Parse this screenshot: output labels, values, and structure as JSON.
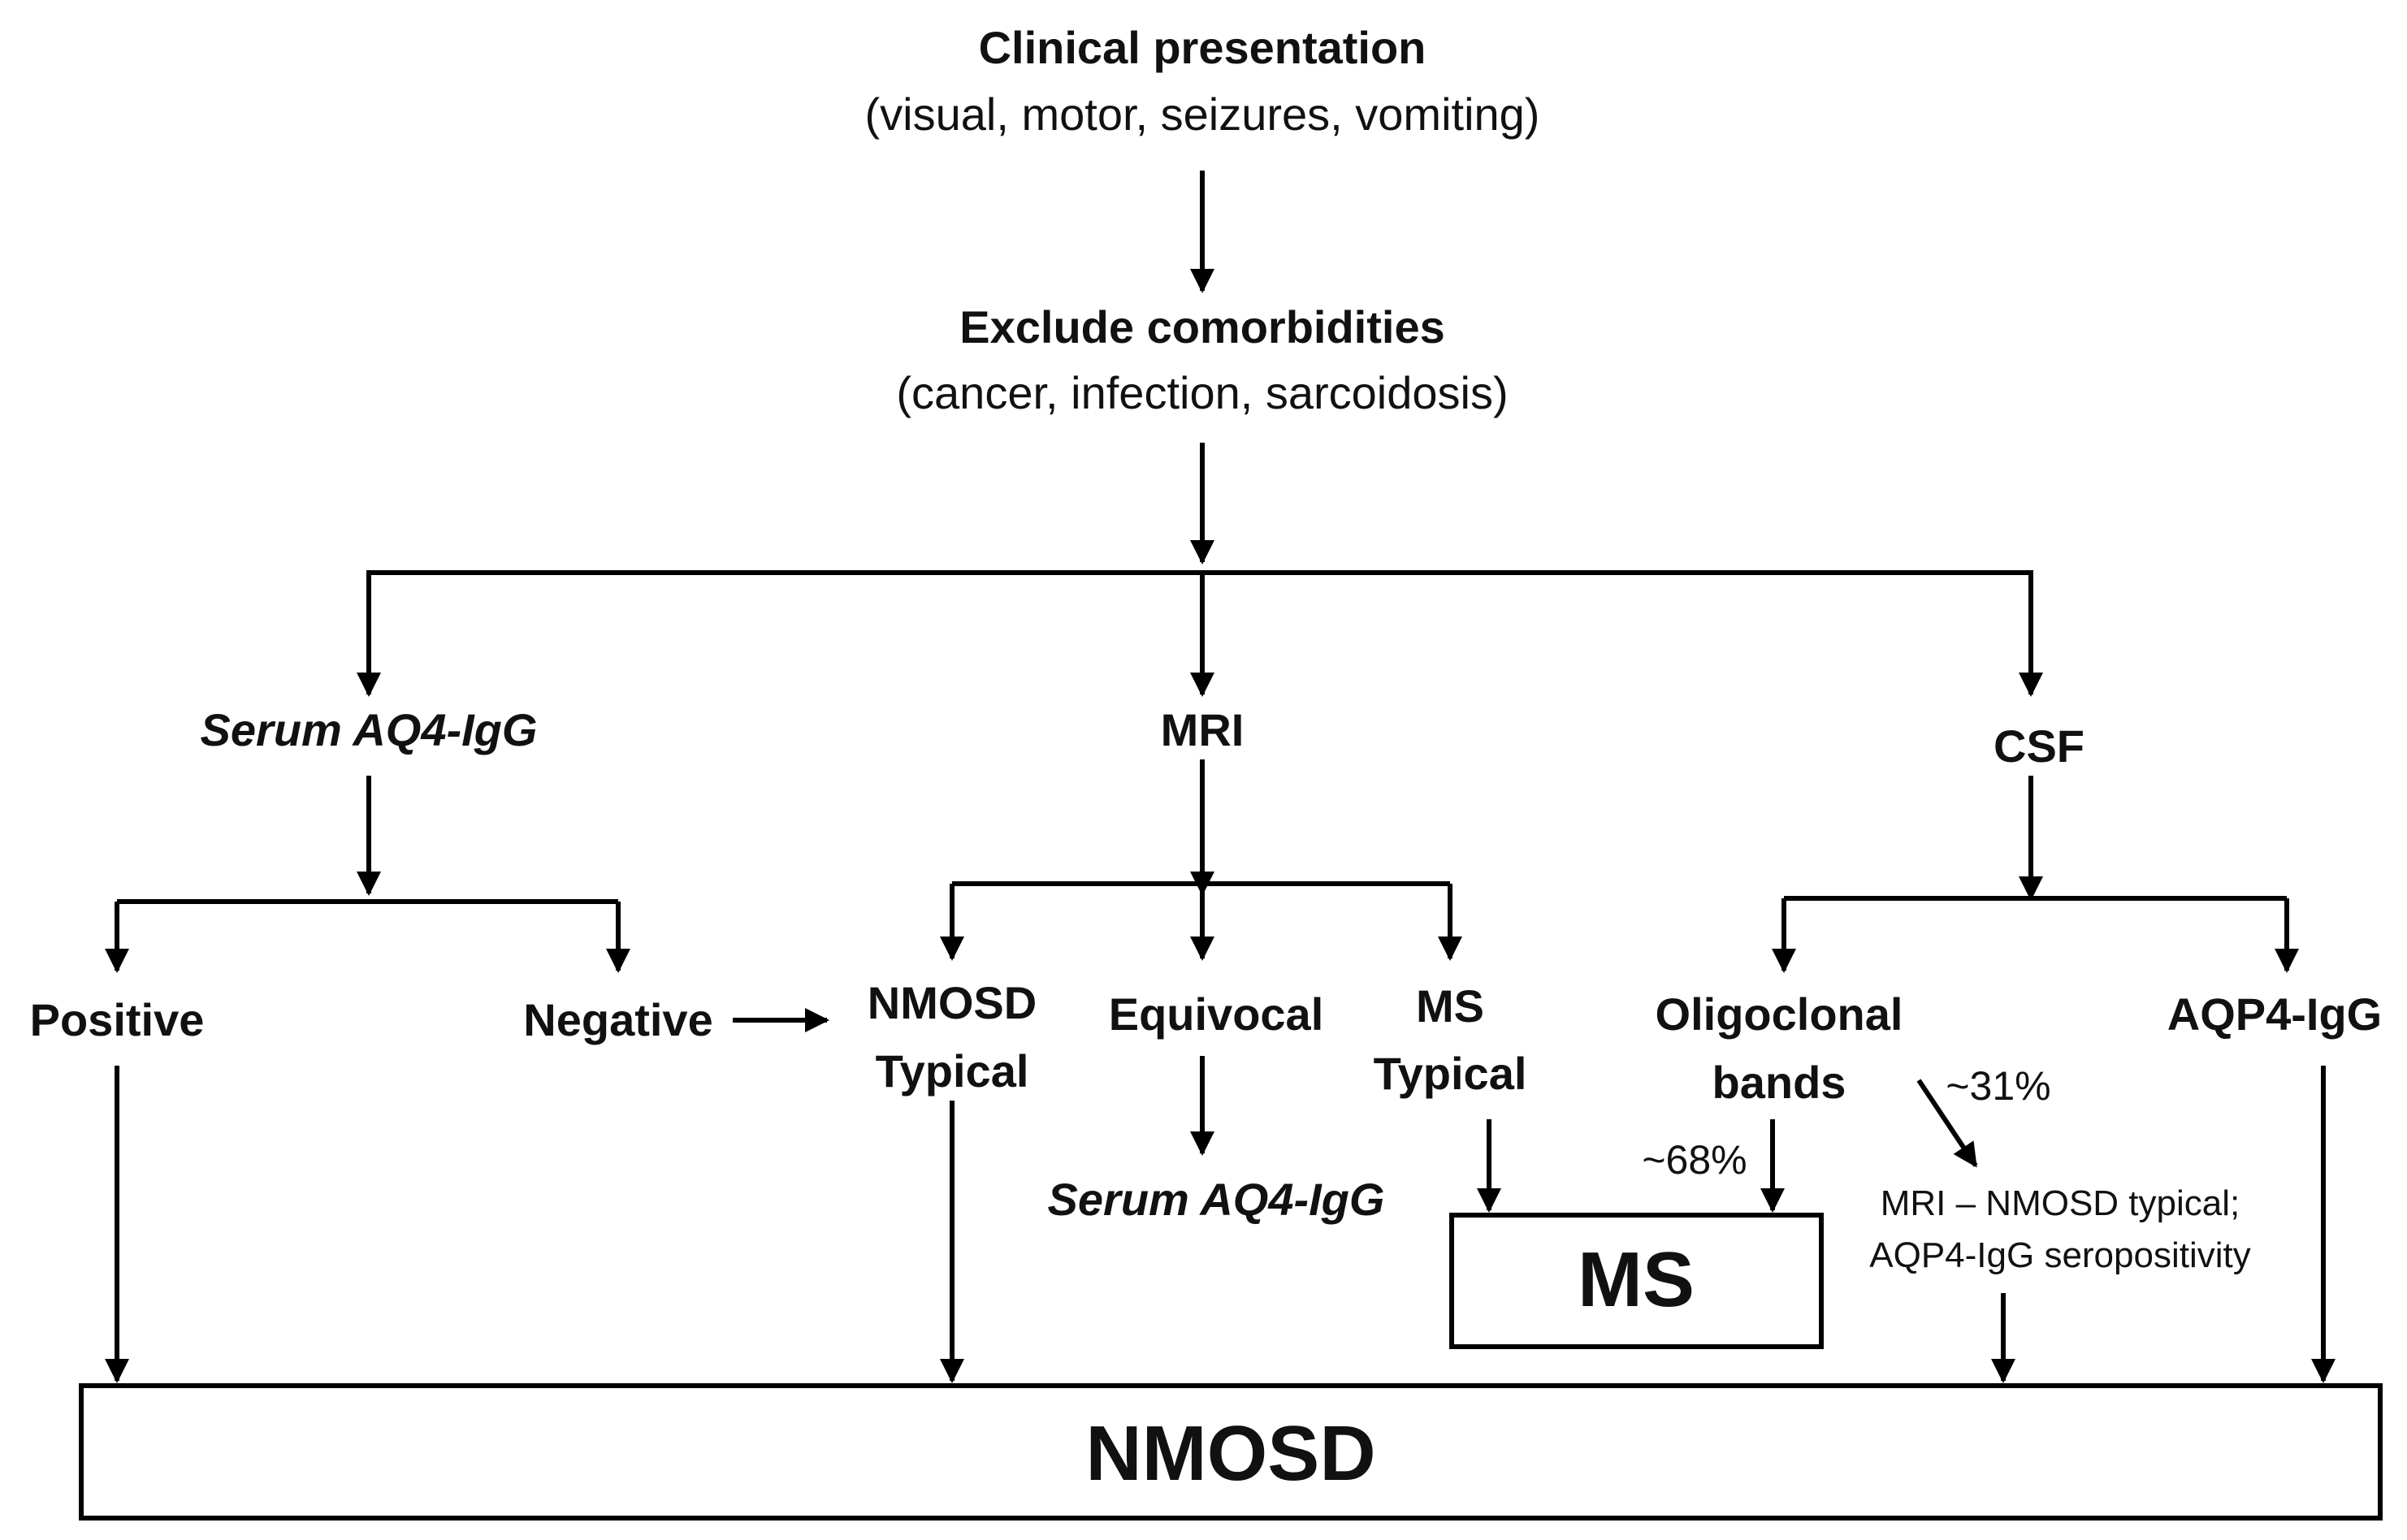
{
  "nodes": {
    "clinical_title": "Clinical presentation",
    "clinical_sub": "(visual, motor, seizures, vomiting)",
    "exclude_title": "Exclude comorbidities",
    "exclude_sub": "(cancer, infection, sarcoidosis)",
    "serum": "Serum AQ4-IgG",
    "mri": "MRI",
    "csf": "CSF",
    "positive": "Positive",
    "negative": "Negative",
    "nmosd_typical_1": "NMOSD",
    "nmosd_typical_2": "Typical",
    "equivocal": "Equivocal",
    "serum_2": "Serum AQ4-IgG",
    "ms_typical_1": "MS",
    "ms_typical_2": "Typical",
    "oligo_1": "Oligoclonal",
    "oligo_2": "bands",
    "aqp4": "AQP4-IgG",
    "pct_68": "~68%",
    "pct_31": "~31%",
    "mri_note_1": "MRI – NMOSD typical;",
    "mri_note_2": "AQP4-IgG seropositivity",
    "ms_box": "MS",
    "nmosd_box": "NMOSD"
  }
}
